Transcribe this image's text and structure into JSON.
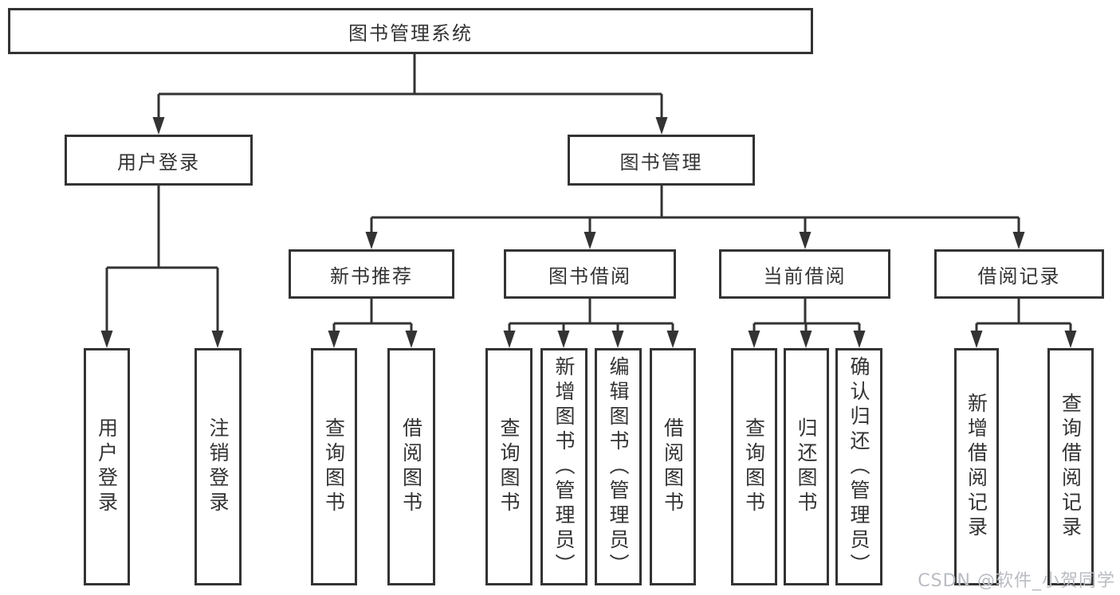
{
  "diagram": {
    "title_node": {
      "label": "图书管理系统"
    },
    "level2": [
      {
        "label": "用户登录"
      },
      {
        "label": "图书管理"
      }
    ],
    "level3": [
      {
        "label": "新书推荐"
      },
      {
        "label": "图书借阅"
      },
      {
        "label": "当前借阅"
      },
      {
        "label": "借阅记录"
      }
    ],
    "leaves": {
      "login": [
        "用户登录",
        "注销登录"
      ],
      "recommend": [
        "查询图书",
        "借阅图书"
      ],
      "borrow": [
        "查询图书",
        "新增图书（管理员）",
        "编辑图书（管理员）",
        "借阅图书"
      ],
      "current": [
        "查询图书",
        "归还图书",
        "确认归还（管理员）"
      ],
      "records": [
        "新增借阅记录",
        "查询借阅记录"
      ]
    },
    "colors": {
      "line": "#333333",
      "text": "#333333",
      "background": "#ffffff",
      "watermark": "#b9bcc2"
    },
    "watermark": "CSDN @软件_小贺同学"
  }
}
